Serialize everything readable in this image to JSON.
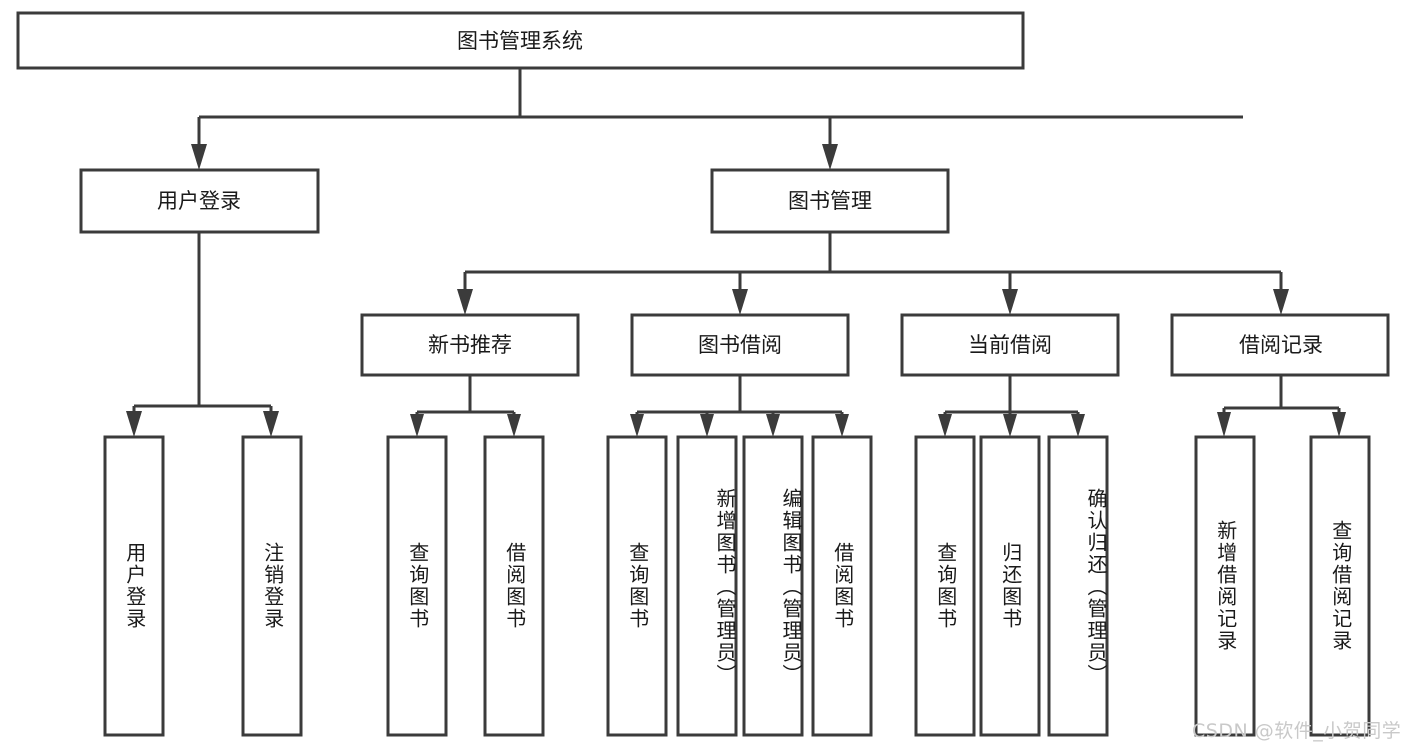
{
  "diagram": {
    "title": "图书管理系统",
    "type": "tree-hierarchy-chart",
    "root": {
      "label": "图书管理系统"
    },
    "level2": [
      {
        "label": "用户登录"
      },
      {
        "label": "图书管理"
      }
    ],
    "level3": [
      {
        "label": "新书推荐"
      },
      {
        "label": "图书借阅"
      },
      {
        "label": "当前借阅"
      },
      {
        "label": "借阅记录"
      }
    ],
    "leaves": {
      "user_login": [
        {
          "label": "用户登录"
        },
        {
          "label": "注销登录"
        }
      ],
      "new_book_recommend": [
        {
          "label": "查询图书"
        },
        {
          "label": "借阅图书"
        }
      ],
      "book_borrow": [
        {
          "label": "查询图书"
        },
        {
          "label": "新增图书（管理员）"
        },
        {
          "label": "编辑图书（管理员）"
        },
        {
          "label": "借阅图书"
        }
      ],
      "current_borrow": [
        {
          "label": "查询图书"
        },
        {
          "label": "归还图书"
        },
        {
          "label": "确认归还（管理员）"
        }
      ],
      "borrow_record": [
        {
          "label": "新增借阅记录"
        },
        {
          "label": "查询借阅记录"
        }
      ]
    }
  },
  "watermark": {
    "text": "CSDN @软件_小贺同学"
  },
  "colors": {
    "stroke": "#3b3b3b",
    "fill": "#ffffff",
    "text": "#1a1a1a",
    "watermark": "#c9c9c9"
  }
}
